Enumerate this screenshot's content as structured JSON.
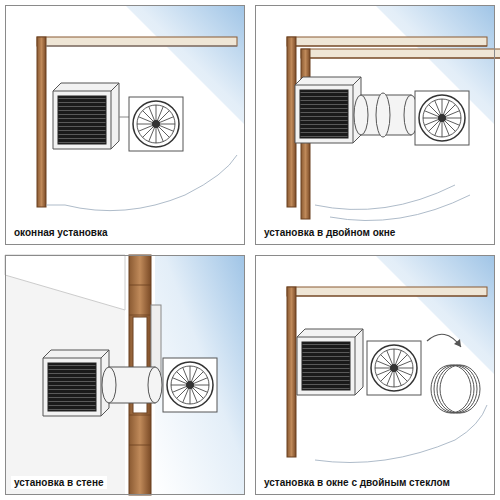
{
  "diagram": {
    "nodes": [
      {
        "text": [
          "оконная установка"
        ]
      },
      {
        "text": [
          "установка в двойном окне"
        ]
      },
      {
        "text": [
          "установка в стене"
        ]
      },
      {
        "text": [
          "установка в окне с двойным стеклом"
        ]
      }
    ]
  }
}
